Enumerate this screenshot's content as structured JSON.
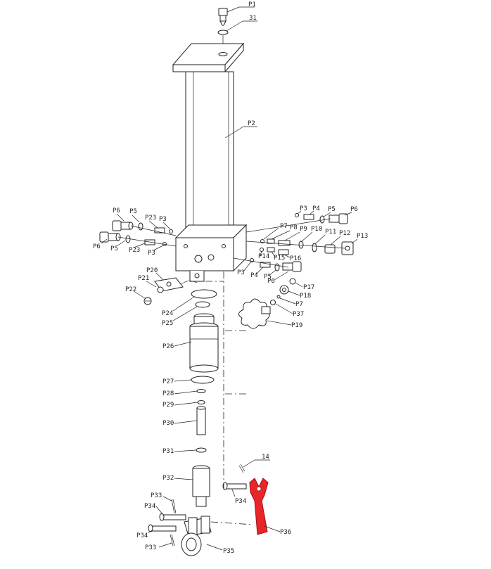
{
  "diagram": {
    "labels": {
      "P1": "P1",
      "31": "31",
      "P2": "P2",
      "P6_a": "P6",
      "P5_a": "P5",
      "P23_a": "P23",
      "P3_a": "P3",
      "P6_b": "P6",
      "P5_b": "P5",
      "P23_b": "P23",
      "P3_b": "P3",
      "P3_c": "P3",
      "P4_a": "P4",
      "P5_c": "P5",
      "P6_c": "P6",
      "P7_a": "P7",
      "P8": "P8",
      "P9": "P9",
      "P10": "P10",
      "P11": "P11",
      "P12": "P12",
      "P13": "P13",
      "P14": "P14",
      "P15": "P15",
      "P16": "P16",
      "P3_d": "P3",
      "P4_b": "P4",
      "P5_d": "P5",
      "P6_d": "P6",
      "P17": "P17",
      "P18": "P18",
      "P7_b": "P7",
      "P37": "P37",
      "P19": "P19",
      "P20": "P20",
      "P21": "P21",
      "P22": "P22",
      "P24": "P24",
      "P25": "P25",
      "P26": "P26",
      "P27": "P27",
      "P28": "P28",
      "P29": "P29",
      "P30": "P30",
      "P31": "P31",
      "P32": "P32",
      "P33_a": "P33",
      "P34_a": "P34",
      "P34_b": "P34",
      "P33_b": "P33",
      "P35": "P35",
      "14": "14",
      "P34_c": "P34",
      "P36": "P36"
    },
    "highlight_color": "#e8262a"
  }
}
